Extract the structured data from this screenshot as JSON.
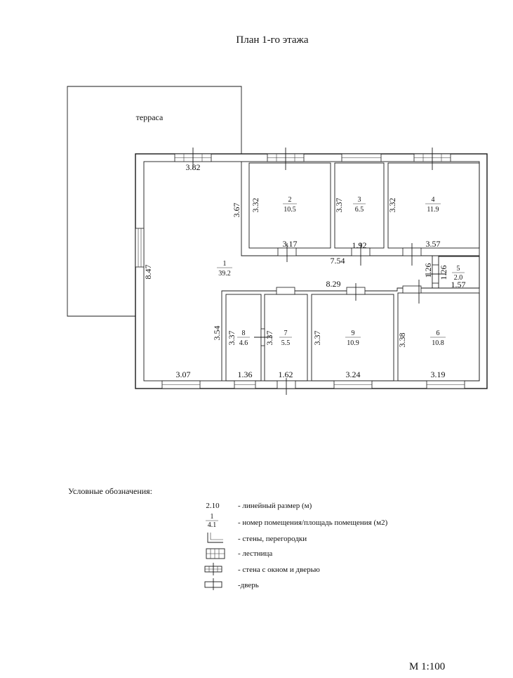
{
  "title": "План 1-го этажа",
  "terrace_label": "терраса",
  "rooms": [
    {
      "num": "1",
      "area": "39.2"
    },
    {
      "num": "2",
      "area": "10.5"
    },
    {
      "num": "3",
      "area": "6.5"
    },
    {
      "num": "4",
      "area": "11.9"
    },
    {
      "num": "5",
      "area": "2.0"
    },
    {
      "num": "6",
      "area": "10.8"
    },
    {
      "num": "7",
      "area": "5.5"
    },
    {
      "num": "8",
      "area": "4.6"
    },
    {
      "num": "9",
      "area": "10.9"
    }
  ],
  "dimensions": {
    "d_top_room1": "3.82",
    "d_left_room1": "8.47",
    "d_room1_upper_side": "3.67",
    "d_room1_lower_side": "3.54",
    "d_room1_bottom": "3.07",
    "d_room2_height": "3.32",
    "d_room2_width": "3.17",
    "d_room3_height": "3.37",
    "d_room3_width": "1.92",
    "d_room4_height": "3.32",
    "d_room4_width": "3.57",
    "d_corridor_upper": "7.54",
    "d_corridor_lower": "8.29",
    "d_room5_a": "1.26",
    "d_room5_b": "1.26",
    "d_room5_width": "1.57",
    "d_room8_height": "3.37",
    "d_room8_width": "1.36",
    "d_room7_height": "3.37",
    "d_room7_width": "1.62",
    "d_room9_height": "3.37",
    "d_room9_width": "3.24",
    "d_room6_height": "3.38",
    "d_room6_width": "3.19"
  },
  "legend": {
    "heading": "Условные обозначения:",
    "items": [
      {
        "symbol_text": "2.10",
        "label": "- линейный размер (м)"
      },
      {
        "symbol_num": "1",
        "symbol_area": "4.1",
        "label": "- номер помещения/площадь помещения (м2)"
      },
      {
        "label": "- стены, перегородки"
      },
      {
        "label": "- лестница"
      },
      {
        "label": "- стена с окном и дверью"
      },
      {
        "label": "-дверь"
      }
    ]
  },
  "scale": "М 1:100"
}
